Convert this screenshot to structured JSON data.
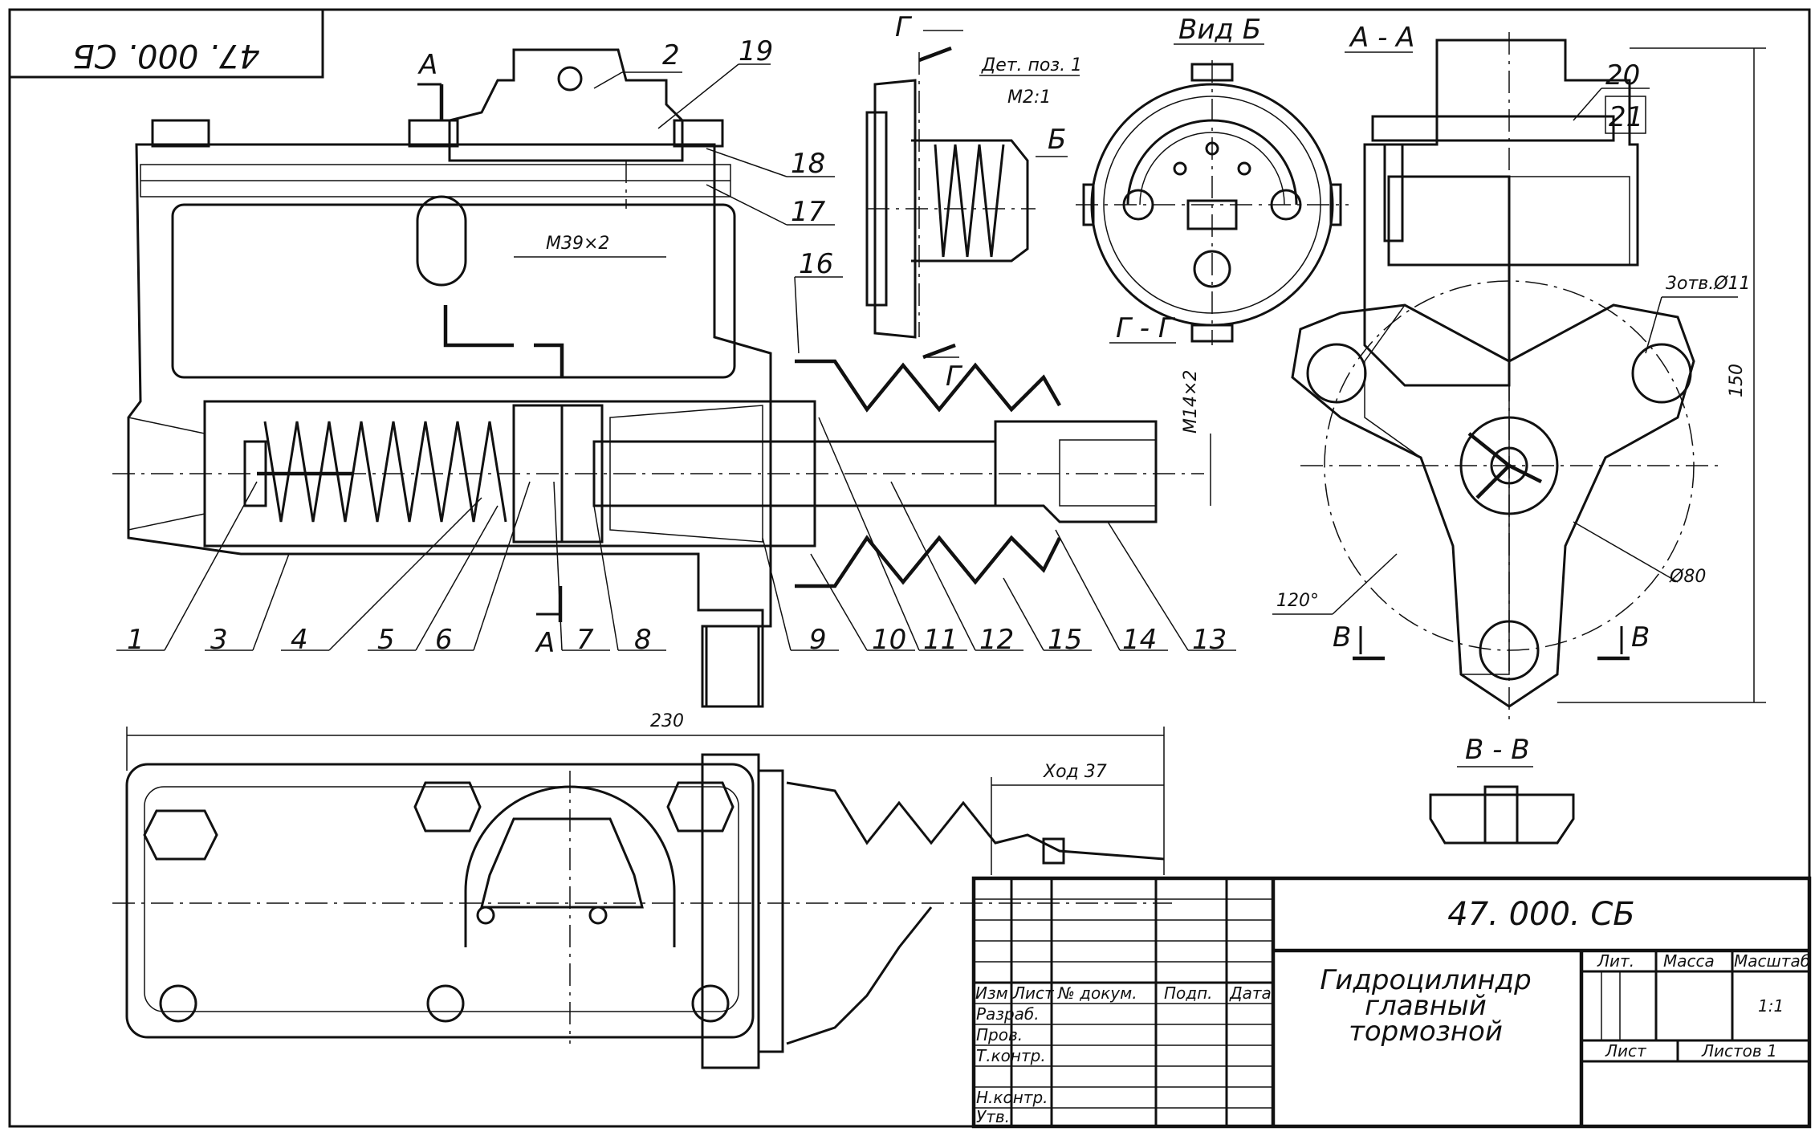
{
  "drawing": {
    "doc_number": "47. 000. СБ",
    "corner_stamp": "47. 000. СБ",
    "title_lines": [
      "Гидроцилиндр",
      "главный",
      "тормозной"
    ],
    "title_block": {
      "col_headers": [
        "Изм",
        "Лист",
        "№ докум.",
        "Подп.",
        "Дата"
      ],
      "rows": [
        "Разраб.",
        "Пров.",
        "Т.контр.",
        "",
        "Н.контр.",
        "Утв."
      ],
      "lit": "Лит.",
      "massa": "Масса",
      "masshtab": "Масштаб",
      "scale_value": "1:1",
      "list": "Лист",
      "listov": "Листов 1"
    },
    "section_labels": {
      "a_mark_top": "А",
      "a_mark_bottom": "А",
      "g_top": "Г",
      "g_bottom": "Г",
      "b_arrow": "Б",
      "det_title": "Дет. поз. 1",
      "det_scale": "М2:1",
      "vid_b": "Вид Б",
      "g_g": "Г - Г",
      "a_a": "А - А",
      "v_left": "В",
      "v_right": "В",
      "v_v": "В - В"
    },
    "dimensions": {
      "m39": "М39×2",
      "m14": "М14×2",
      "holes": "3отв.Ø11",
      "d150": "150",
      "d80": "Ø80",
      "angle": "120°",
      "d230": "230",
      "stroke": "Ход 37"
    },
    "positions": [
      "1",
      "2",
      "3",
      "4",
      "5",
      "6",
      "7",
      "8",
      "9",
      "10",
      "11",
      "12",
      "13",
      "14",
      "15",
      "16",
      "17",
      "18",
      "19",
      "20",
      "21"
    ]
  }
}
